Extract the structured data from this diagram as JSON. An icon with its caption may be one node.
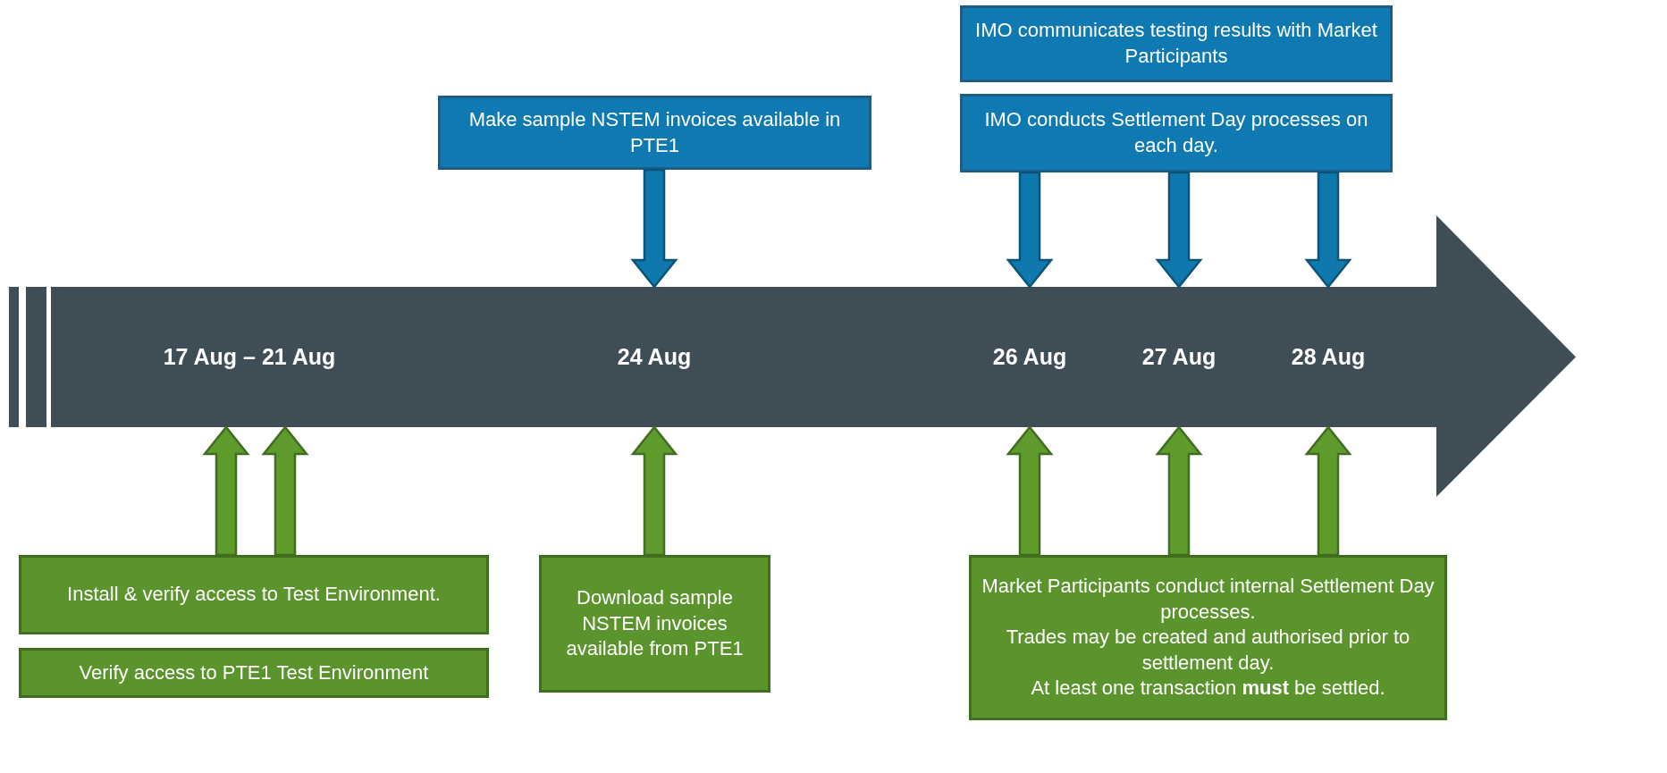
{
  "diagram": {
    "nodes": [
      {
        "text": [],
        "shape": "arrow"
      },
      {
        "text": [
          "17 Aug – 21 Aug"
        ],
        "in": 0
      },
      {
        "text": [
          "24 Aug"
        ],
        "in": 0
      },
      {
        "text": [
          "26 Aug"
        ],
        "in": 0
      },
      {
        "text": [
          "27 Aug"
        ],
        "in": 0
      },
      {
        "text": [
          "28 Aug"
        ],
        "in": 0
      },
      {
        "text": [
          "Make sample NSTEM invoices available in PTE1"
        ]
      },
      {
        "text": [
          "IMO communicates testing results with Market Participants"
        ]
      },
      {
        "text": [
          "IMO conducts Settlement Day processes on each day."
        ]
      },
      {
        "text": [
          "Install & verify access to Test Environment."
        ]
      },
      {
        "text": [
          "Verify access to PTE1 Test Environment"
        ]
      },
      {
        "text": [
          "Download sample NSTEM invoices available from PTE1"
        ]
      },
      {
        "text": [
          "Market Participants conduct internal Settlement Day processes.",
          "Trades may be created and authorised prior to settlement day.",
          "At least one transaction **must** be settled."
        ]
      }
    ],
    "edges": [
      {
        "from": 6,
        "to": 2,
        "arrow": "to",
        "style": "thick",
        "color": "#0f78ad"
      },
      {
        "from": 8,
        "to": 3,
        "arrow": "to",
        "style": "thick",
        "color": "#0f78ad"
      },
      {
        "from": 8,
        "to": 4,
        "arrow": "to",
        "style": "thick",
        "color": "#0f78ad"
      },
      {
        "from": 8,
        "to": 5,
        "arrow": "to",
        "style": "thick",
        "color": "#0f78ad"
      },
      {
        "from": 9,
        "to": 1,
        "arrow": "to",
        "style": "thick"
      },
      {
        "from": 9,
        "to": 1,
        "arrow": "to",
        "style": "thick"
      },
      {
        "from": 11,
        "to": 2,
        "arrow": "to",
        "style": "thick"
      },
      {
        "from": 12,
        "to": 3,
        "arrow": "to",
        "style": "thick"
      },
      {
        "from": 12,
        "to": 4,
        "arrow": "to",
        "style": "thick"
      },
      {
        "from": 12,
        "to": 5,
        "arrow": "to",
        "style": "thick"
      }
    ]
  }
}
